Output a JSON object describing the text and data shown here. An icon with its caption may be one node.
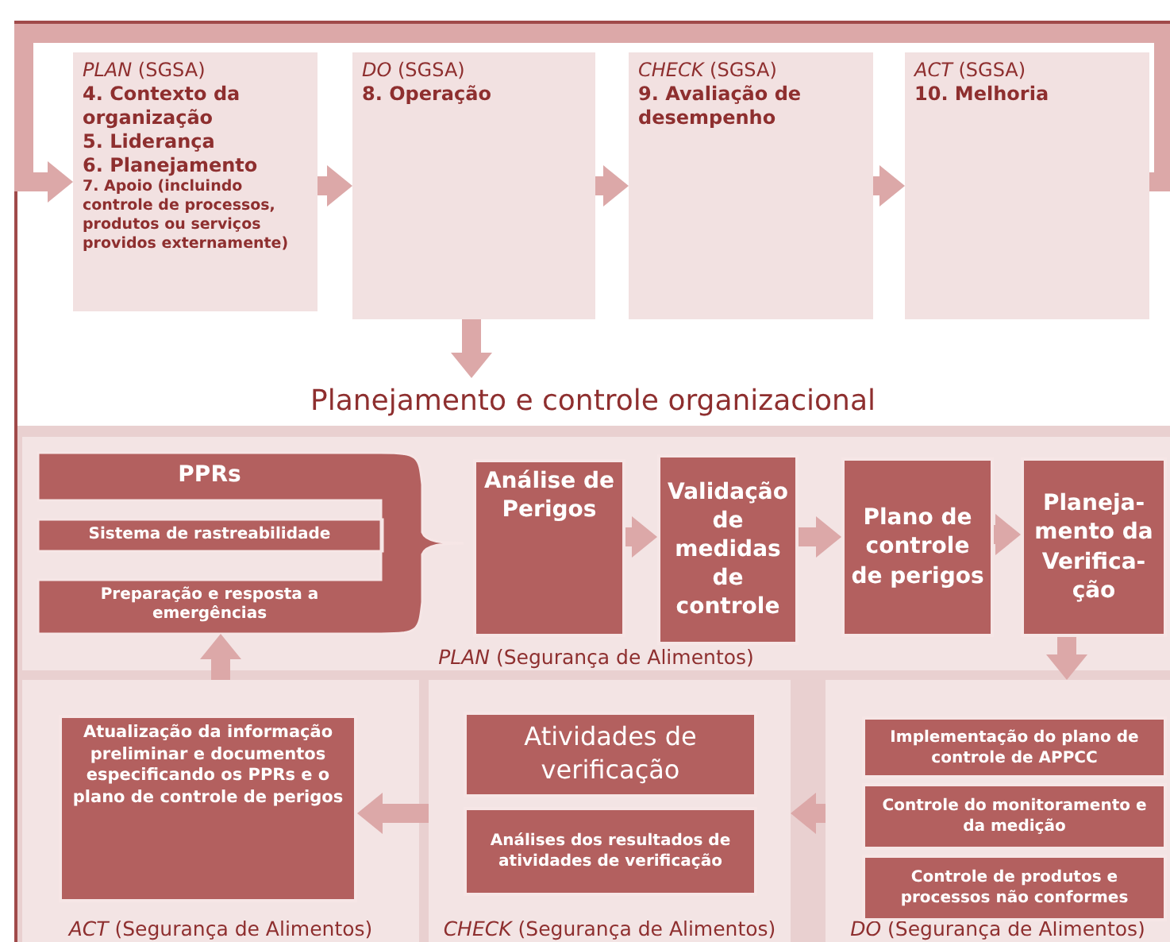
{
  "diagram": {
    "nodes": [
      {
        "text": [
          "*PLAN* (SGSA)",
          "4. Contexto da organização",
          "5. Liderança",
          "6. Planejamento",
          "7. Apoio (incluindo controle de processos, produtos ou serviços providos externamente)"
        ]
      },
      {
        "text": [
          "*DO* (SGSA)",
          "8. Operação"
        ]
      },
      {
        "text": [
          "*CHECK* (SGSA)",
          "9. Avaliação de desempenho"
        ]
      },
      {
        "text": [
          "*ACT* (SGSA)",
          "10. Melhoria"
        ]
      },
      {
        "text": [
          "Planejamento e controle organizacional"
        ]
      },
      {
        "text": [
          "*PLAN* (Segurança de Alimentos)"
        ],
        "in": 4
      },
      {
        "text": [
          "PPRs",
          "Sistema de rastreabilidade",
          "Preparação e resposta a emergências"
        ],
        "in": 5
      },
      {
        "text": [
          "Análise de Perigos"
        ],
        "in": 5
      },
      {
        "text": [
          "Validação de medidas de controle"
        ],
        "in": 5
      },
      {
        "text": [
          "Plano de controle de perigos"
        ],
        "in": 5
      },
      {
        "text": [
          "Planeja-mento da Verifica-ção"
        ],
        "in": 5
      },
      {
        "text": [
          "*ACT* (Segurança de Alimentos)"
        ],
        "in": 4
      },
      {
        "text": [
          "Atualização da informação preliminar e documentos especificando os PPRs e o plano de controle de perigos"
        ],
        "in": 11
      },
      {
        "text": [
          "*CHECK* (Segurança de Alimentos)"
        ],
        "in": 4
      },
      {
        "text": [
          "Atividades de verificação"
        ],
        "in": 13
      },
      {
        "text": [
          "Análises dos resultados de atividades de verificação"
        ],
        "in": 13
      },
      {
        "text": [
          "*DO* (Segurança de Alimentos)"
        ],
        "in": 4
      },
      {
        "text": [
          "Implementação do plano de controle de APPCC"
        ],
        "in": 16
      },
      {
        "text": [
          "Controle do monitoramento e da medição"
        ],
        "in": 16
      },
      {
        "text": [
          "Controle de produtos e processos não conformes"
        ],
        "in": 16
      }
    ],
    "edges": [
      {
        "from": 0,
        "to": 1,
        "arrow": "to"
      },
      {
        "from": 1,
        "to": 2,
        "arrow": "to"
      },
      {
        "from": 2,
        "to": 3,
        "arrow": "to"
      },
      {
        "from": 3,
        "to": 0,
        "arrow": "to"
      },
      {
        "from": 1,
        "to": 4,
        "arrow": "to"
      },
      {
        "from": 7,
        "to": 8,
        "arrow": "to"
      },
      {
        "from": 8,
        "to": 9,
        "arrow": "to"
      },
      {
        "from": 9,
        "to": 10,
        "arrow": "to"
      },
      {
        "from": 10,
        "to": 16,
        "arrow": "to"
      },
      {
        "from": 16,
        "to": 13,
        "arrow": "to"
      },
      {
        "from": 13,
        "to": 12,
        "arrow": "to"
      },
      {
        "from": 11,
        "to": 6,
        "arrow": "to"
      }
    ]
  }
}
